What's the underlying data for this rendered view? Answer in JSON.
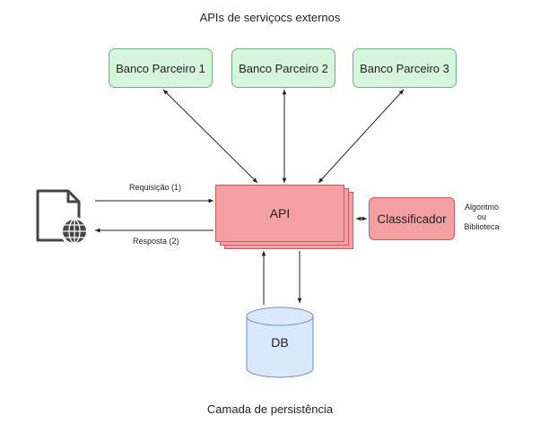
{
  "diagram": {
    "top_title": "APIs de serviçocs externos",
    "bottom_title": "Camada de persistência",
    "banks": [
      "Banco Parceiro 1",
      "Banco Parceiro 2",
      "Banco Parceiro 3"
    ],
    "api_label": "API",
    "classifier_label": "Classificador",
    "algorithm_note": [
      "Algoritmo",
      "ou",
      "Biblioteca"
    ],
    "request_label": "Requisição (1)",
    "response_label": "Resposta (2)",
    "db_label": "DB",
    "colors": {
      "bank_fill": "#d5f5dc",
      "bank_border": "#6fb47c",
      "api_fill": "#f5a0a3",
      "api_border": "#cf5a5e",
      "db_fill": "#dae8fc",
      "db_border": "#6c8ebf"
    }
  }
}
